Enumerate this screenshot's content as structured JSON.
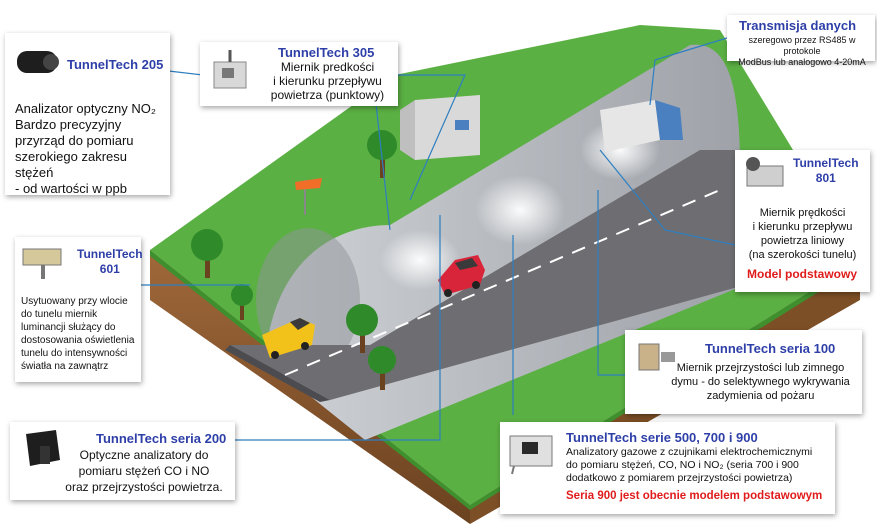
{
  "tt205": {
    "title": "TunnelTech 205",
    "desc": "Analizator optyczny NO₂\nBardzo precyzyjny\nprzyrząd do pomiaru\nszerokiego zakresu stężeń\n- od wartości w ppb"
  },
  "tt305": {
    "title": "TunnelTech 305",
    "desc": "Miernik predkości\ni kierunku przepływu\npowietrza (punktowy)"
  },
  "transmission": {
    "title": "Transmisja danych",
    "desc": "szeregowo przez RS485 w protokole\nModBus lub analogowo 4-20mA"
  },
  "tt801": {
    "title": "TunnelTech\n801",
    "desc": "Miernik prędkości\ni kierunku przepływu\npowietrza liniowy\n(na szerokości tunelu)",
    "badge": "Model podstawowy"
  },
  "tt601": {
    "title": "TunnelTech\n601",
    "desc": "Usytuowany przy wlocie\ndo tunelu miernik\nluminancji służący do\ndostosowania oświetlenia\ntunelu do intensywności\nświatła na zawnątrz"
  },
  "tt100": {
    "title": "TunnelTech seria 100",
    "desc": "Miernik przejrzystości lub zimnego\ndymu - do selektywnego wykrywania\nzadymienia od pożaru"
  },
  "tt200": {
    "title": "TunnelTech seria 200",
    "desc": "Optyczne analizatory do\npomiaru stężeń CO i NO\noraz przejrzystości powietrza."
  },
  "tt500": {
    "title": "TunnelTech serie 500, 700 i 900",
    "desc": "Analizatory gazowe z czujnikami elektrochemicznymi\ndo pomiaru stężeń, CO, NO i NO₂ (seria 700 i 900\ndodatkowo  z pomiarem przejrzystości powietrza)",
    "badge": "Seria 900 jest obecnie modelem podstawowym"
  },
  "colors": {
    "title_blue": "#2e3fa8",
    "badge_red": "#e01b1b",
    "grass": "#5bb043",
    "soil": "#8a5a2b",
    "road": "#6e6e72",
    "tunnel": "#b9bcc2",
    "leader_line": "#2d7fc1"
  }
}
